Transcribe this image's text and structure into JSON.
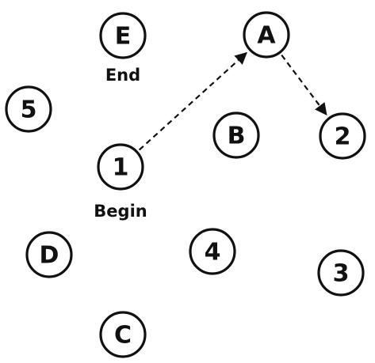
{
  "nodes": [
    {
      "id": "E",
      "label": "E",
      "caption": "End"
    },
    {
      "id": "A",
      "label": "A",
      "caption": ""
    },
    {
      "id": "5",
      "label": "5",
      "caption": ""
    },
    {
      "id": "B",
      "label": "B",
      "caption": ""
    },
    {
      "id": "2",
      "label": "2",
      "caption": ""
    },
    {
      "id": "1",
      "label": "1",
      "caption": "Begin"
    },
    {
      "id": "D",
      "label": "D",
      "caption": ""
    },
    {
      "id": "4",
      "label": "4",
      "caption": ""
    },
    {
      "id": "3",
      "label": "3",
      "caption": ""
    },
    {
      "id": "C",
      "label": "C",
      "caption": ""
    }
  ],
  "edges": [
    {
      "from": "1",
      "to": "A",
      "style": "dashed",
      "arrow": true
    },
    {
      "from": "A",
      "to": "2",
      "style": "dashed",
      "arrow": true
    }
  ],
  "colors": {
    "stroke": "#111111",
    "fill": "#ffffff"
  }
}
